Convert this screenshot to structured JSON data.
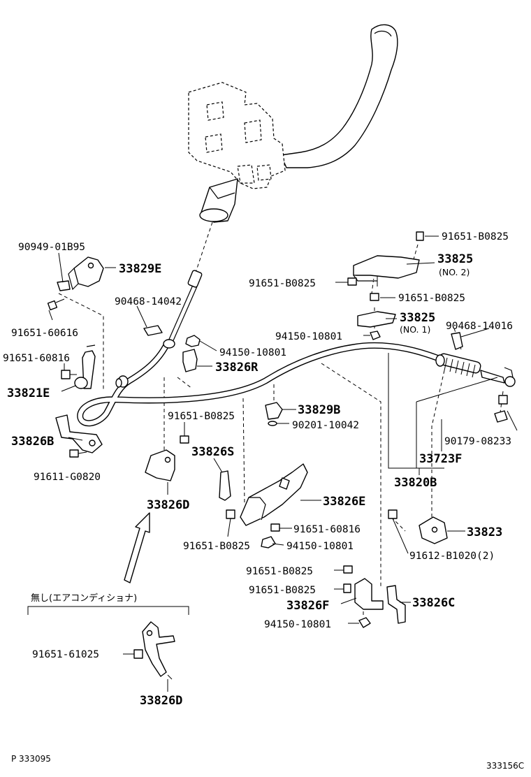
{
  "labels": {
    "l_90949_01B95": "90949-01B95",
    "l_33829E": "33829E",
    "l_91651_B0825_a": "91651-B0825",
    "l_33825_no2": "33825",
    "l_no2": "(NO. 2)",
    "l_91651_B0825_b": "91651-B0825",
    "l_91651_B0825_c": "91651-B0825",
    "l_90468_14042": "90468-14042",
    "l_91651_60616": "91651-60616",
    "l_33825_no1": "33825",
    "l_no1": "(NO. 1)",
    "l_94150_10801_a": "94150-10801",
    "l_90468_14016": "90468-14016",
    "l_94150_10801_b": "94150-10801",
    "l_91651_60816_a": "91651-60816",
    "l_33826R": "33826R",
    "l_33821E": "33821E",
    "l_33829B": "33829B",
    "l_91651_B0825_d": "91651-B0825",
    "l_90201_10042": "90201-10042",
    "l_33826B": "33826B",
    "l_90179_08233": "90179-08233",
    "l_33826S": "33826S",
    "l_33723F": "33723F",
    "l_91611_G0820": "91611-G0820",
    "l_33820B": "33820B",
    "l_33826D_a": "33826D",
    "l_33826E": "33826E",
    "l_91651_60816_b": "91651-60816",
    "l_33823": "33823",
    "l_91651_B0825_e": "91651-B0825",
    "l_94150_10801_c": "94150-10801",
    "l_91612_B1020": "91612-B1020(2)",
    "l_91651_B0825_f": "91651-B0825",
    "l_91651_B0825_g": "91651-B0825",
    "l_33826F": "33826F",
    "l_33826C": "33826C",
    "l_94150_10801_d": "94150-10801",
    "l_nashi": "無し(エアコンディショナ)",
    "l_91651_61025": "91651-61025",
    "l_33826D_b": "33826D"
  },
  "footer": {
    "left": "P 333095",
    "right": "333156C"
  }
}
